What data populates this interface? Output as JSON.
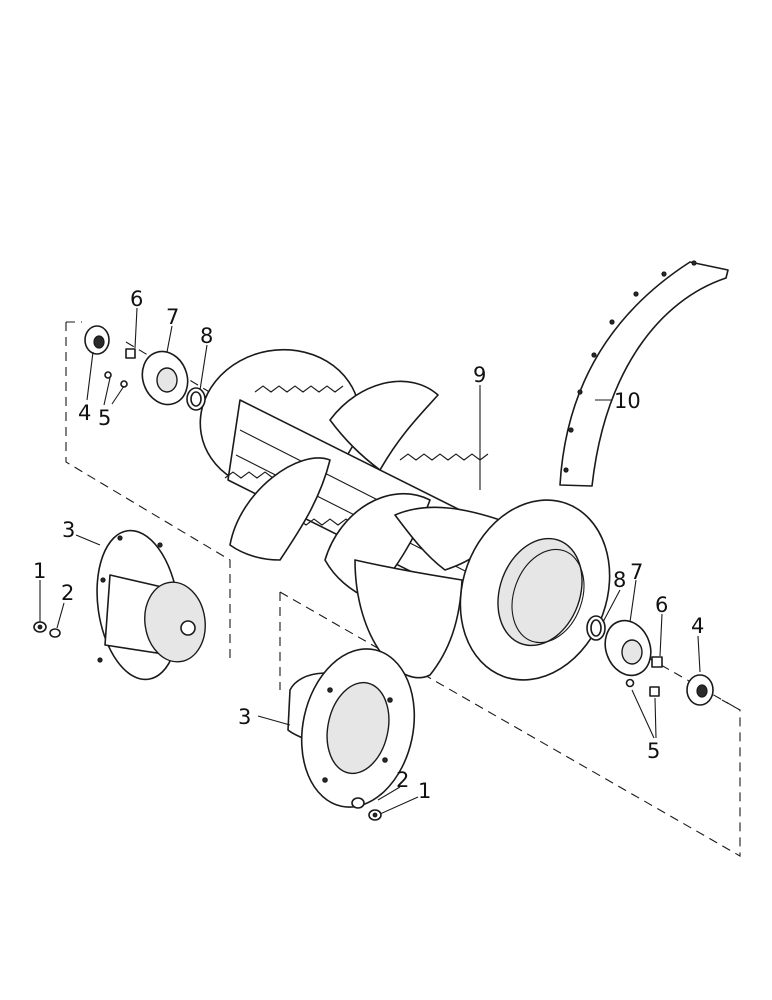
{
  "callouts": [
    {
      "id": "c1a",
      "text": "1"
    },
    {
      "id": "c2a",
      "text": "2"
    },
    {
      "id": "c3a",
      "text": "3"
    },
    {
      "id": "c4a",
      "text": "4"
    },
    {
      "id": "c5a",
      "text": "5"
    },
    {
      "id": "c6a",
      "text": "6"
    },
    {
      "id": "c7a",
      "text": "7"
    },
    {
      "id": "c8a",
      "text": "8"
    },
    {
      "id": "c9",
      "text": "9"
    },
    {
      "id": "c10",
      "text": "10"
    },
    {
      "id": "c1b",
      "text": "1"
    },
    {
      "id": "c2b",
      "text": "2"
    },
    {
      "id": "c3b",
      "text": "3"
    },
    {
      "id": "c4b",
      "text": "4"
    },
    {
      "id": "c5b",
      "text": "5"
    },
    {
      "id": "c6b",
      "text": "6"
    },
    {
      "id": "c7b",
      "text": "7"
    },
    {
      "id": "c8b",
      "text": "8"
    }
  ]
}
